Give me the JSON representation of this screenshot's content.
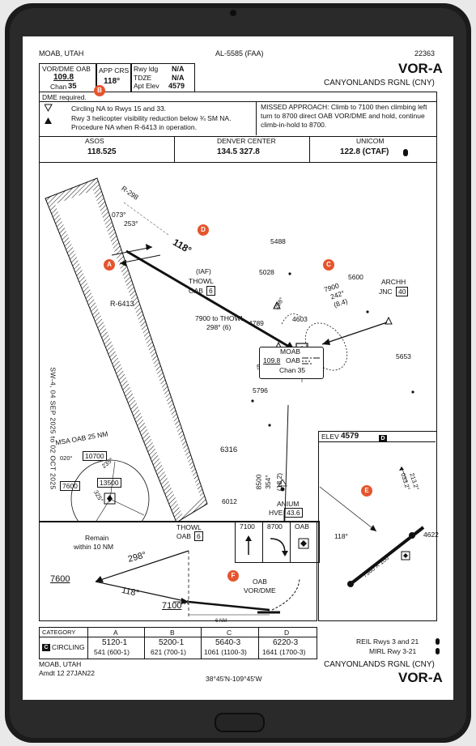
{
  "chart": {
    "location": "MOAB, UTAH",
    "chart_id": "AL-5585 (FAA)",
    "chart_number": "22363",
    "procedure": "VOR-A",
    "airport": "CANYONLANDS RGNL (CNY)",
    "nav_label": "VOR/DME OAB",
    "nav_freq": "109.8",
    "chan_label": "Chan",
    "chan_value": "35",
    "app_crs_label": "APP CRS",
    "app_crs": "118°",
    "rwy_ldg_label": "Rwy ldg",
    "rwy_ldg": "N/A",
    "tdze_label": "TDZE",
    "tdze": "N/A",
    "apt_elev_label": "Apt Elev",
    "apt_elev": "4579",
    "dme_required": "DME required.",
    "notes": [
      "Circling NA to Rwys 15 and 33.",
      "Rwy 3 helicopter visibility reduction below ¾ SM NA.",
      "Procedure NA when R-6413 in operation."
    ],
    "missed_approach": "MISSED APPROACH: Climb to 7100 then climbing left turn to 8700 direct OAB VOR/DME and hold, continue climb-in-hold to 8700.",
    "comms": [
      {
        "label": "ASOS",
        "freq": "118.525"
      },
      {
        "label": "DENVER CENTER",
        "freq": "134.5  327.8"
      },
      {
        "label": "UNICOM",
        "freq": "122.8 (CTAF)"
      }
    ],
    "side_text": "SW-4, 04 SEP 2025  to  02 OCT 2025",
    "plan": {
      "restricted_area": "R-6413",
      "radial_298": "R-298",
      "course_073": "073°",
      "course_253": "253°",
      "course_118": "118°",
      "iaf_label": "(IAF)",
      "fix_thowl": "THOWL",
      "oab_6": "OAB",
      "oab_6_dme": "6",
      "to_thowl": "7900 to THOWL",
      "to_thowl_course": "298° (6)",
      "elev_5488": "5488",
      "elev_5028": "5028",
      "elev_5600": "5600",
      "elev_4603": "4603",
      "elev_4789": "4789",
      "elev_5715": "5715",
      "elev_5796": "5796",
      "elev_5653": "5653",
      "elev_6316": "6316",
      "elev_6012": "6012",
      "hold_298": "298°",
      "archh": "ARCHH",
      "jnc": "JNC",
      "jnc_dme": "40",
      "archh_alt": "7900",
      "archh_crs": "242°",
      "archh_dist": "(8.4)",
      "navbox_name": "MOAB",
      "navbox_freq": "109.8",
      "navbox_id": "OAB",
      "navbox_chan": "Chan 35",
      "anium_alt": "8500",
      "anium_crs": "354°",
      "anium_dist": "(18.2)",
      "anium": "ANIUM",
      "hve": "HVE",
      "hve_dme": "43.6",
      "msa_label": "MSA OAB 25 NM",
      "msa_020": "020°",
      "msa_235": "235°",
      "msa_325": "325°",
      "msa_10700": "10700",
      "msa_13500": "13500",
      "msa_7600": "7600"
    },
    "airport_diagram": {
      "elev_label": "ELEV",
      "elev": "4579",
      "crs_118": "118°",
      "rwy_dims": "7360 X 100",
      "rwy_033": "033.2°",
      "rwy_213": "213.2°",
      "elev_4622": "4622"
    },
    "missed_icons": [
      "7100",
      "8700",
      "OAB"
    ],
    "profile": {
      "fix_thowl": "THOWL",
      "oab_6": "OAB",
      "oab_6_dme": "6",
      "remain": "Remain",
      "within": "within 10 NM",
      "crs_298": "298°",
      "crs_118": "118°",
      "alt_7600": "7600",
      "alt_7100": "7100",
      "oab": "OAB",
      "vor_dme": "VOR/DME",
      "dist_6nm": "6 NM"
    },
    "minimums": {
      "category_label": "CATEGORY",
      "categories": [
        "A",
        "B",
        "C",
        "D"
      ],
      "circling_label": "CIRCLING",
      "row1": [
        "5120-1",
        "5200-1",
        "5640-3",
        "6220-3"
      ],
      "row2": [
        "541 (600-1)",
        "621 (700-1)",
        "1061 (1100-3)",
        "1641 (1700-3)"
      ]
    },
    "reil": "REIL Rwys 3 and 21",
    "mirl": "MIRL Rwy 3-21",
    "footer_location": "MOAB, UTAH",
    "amdt": "Amdt 12  27JAN22",
    "coords": "38°45'N-109°45'W",
    "footer_airport": "CANYONLANDS RGNL (CNY)",
    "footer_procedure": "VOR-A"
  },
  "markers": [
    "A",
    "B",
    "C",
    "D",
    "E",
    "F"
  ],
  "colors": {
    "marker": "#e5552d",
    "ink": "#111111"
  }
}
